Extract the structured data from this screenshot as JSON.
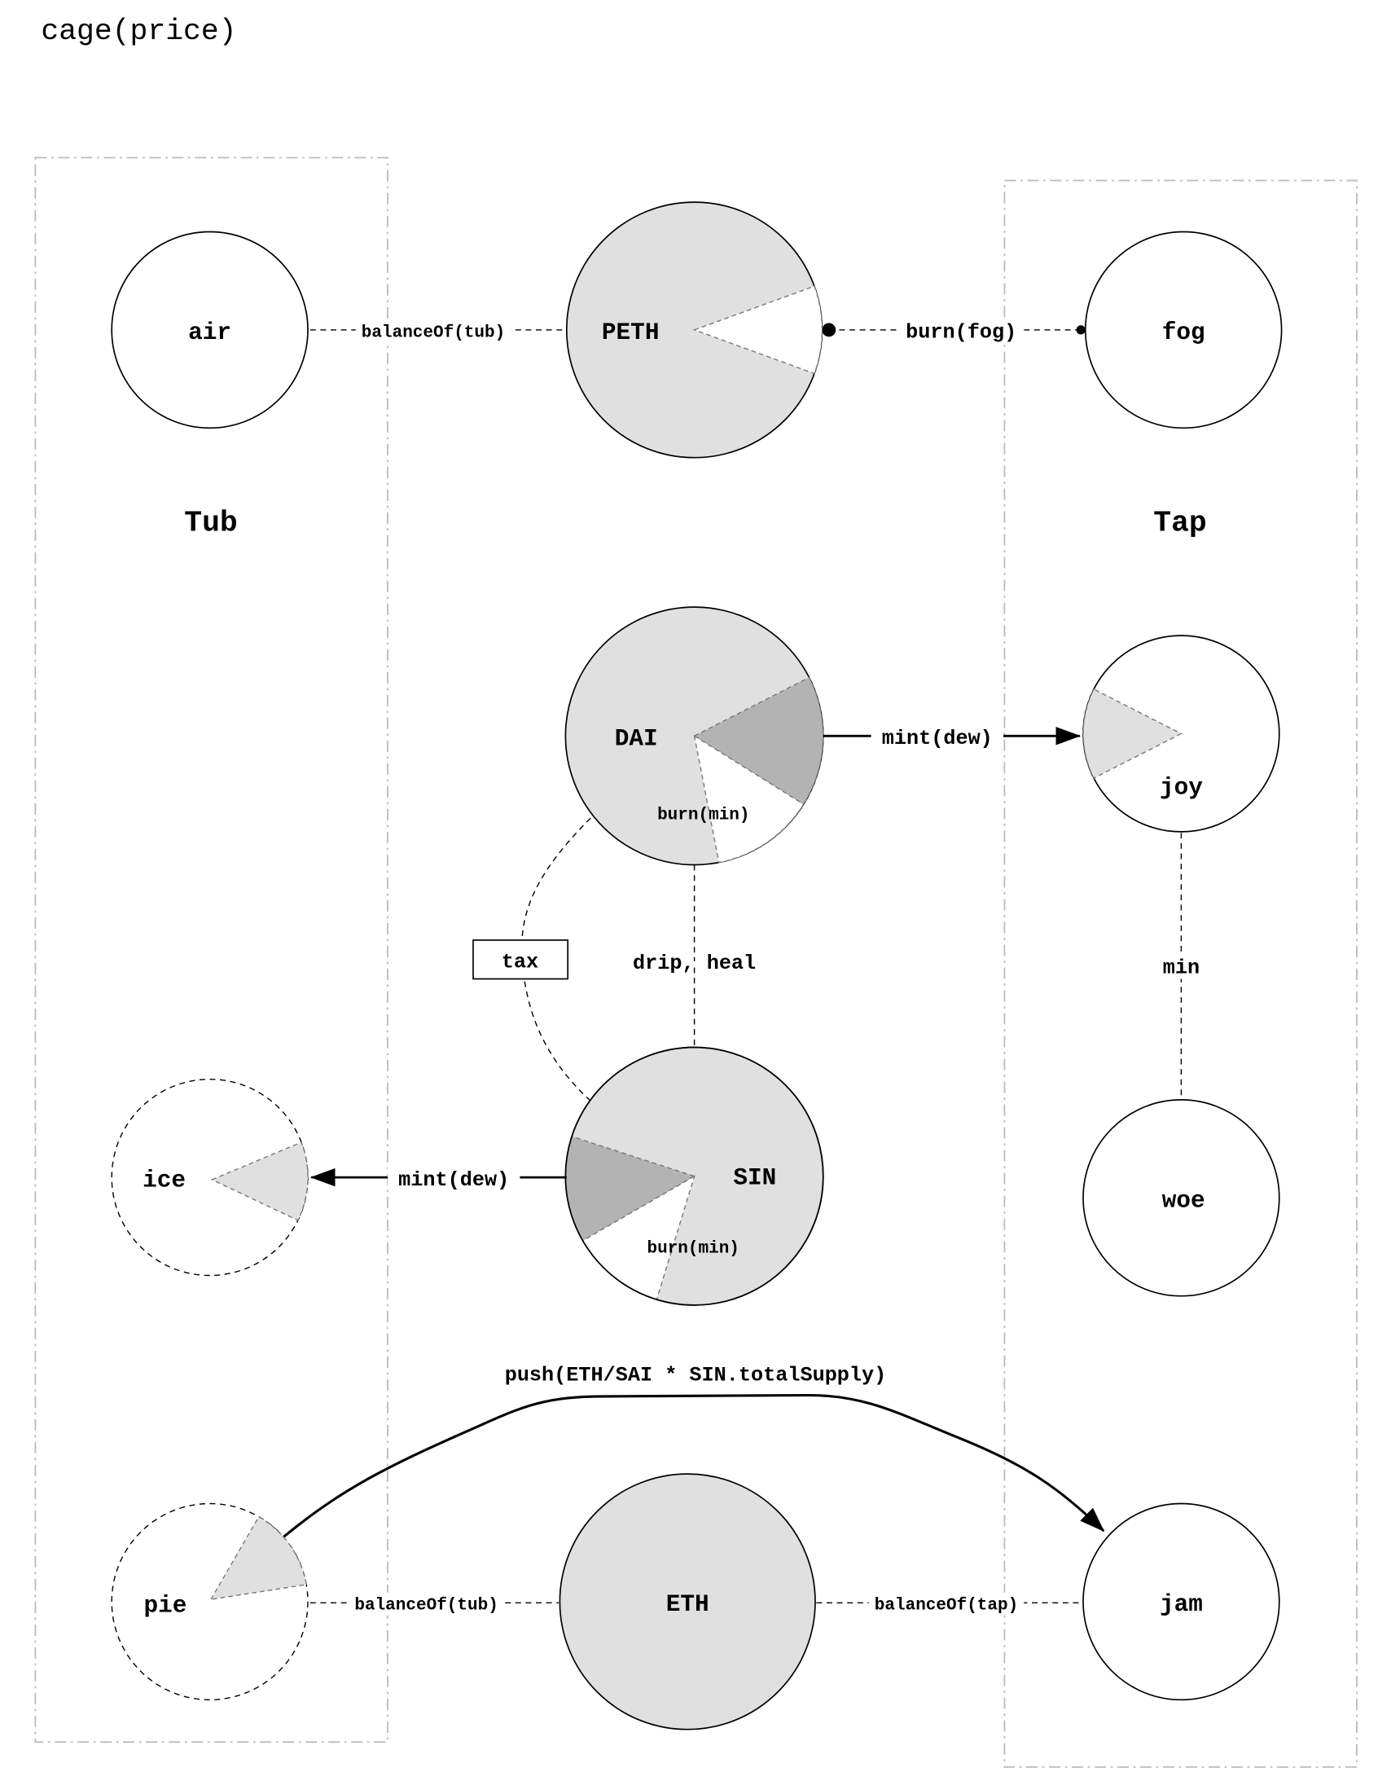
{
  "title": "cage(price)",
  "groups": {
    "tub": "Tub",
    "tap": "Tap"
  },
  "nodes": {
    "air": "air",
    "peth": "PETH",
    "fog": "fog",
    "dai": "DAI",
    "joy": "joy",
    "woe": "woe",
    "sin": "SIN",
    "ice": "ice",
    "pie": "pie",
    "eth": "ETH",
    "jam": "jam"
  },
  "edges": {
    "air_peth": "balanceOf(tub)",
    "peth_fog": "burn(fog)",
    "dai_joy": "mint(dew)",
    "dai_burn": "burn(min)",
    "joy_woe": "min",
    "dai_sin": "drip, heal",
    "tax": "tax",
    "sin_ice": "mint(dew)",
    "sin_burn": "burn(min)",
    "push": "push(ETH/SAI * SIN.totalSupply)",
    "pie_eth": "balanceOf(tub)",
    "eth_jam": "balanceOf(tap)"
  },
  "colors": {
    "fill": "#e0e0e0",
    "dark": "#b3b3b3",
    "box": "#bbbbbb"
  }
}
